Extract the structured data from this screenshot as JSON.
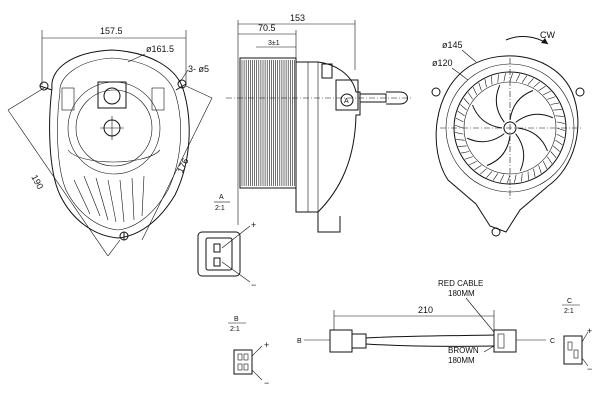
{
  "dims": {
    "width_left": "157.5",
    "dia_161": "ø161.5",
    "holes": "3- ø5",
    "len_190": "190",
    "len_176": "176",
    "overall_153": "153",
    "depth_70": "70.5",
    "offset_3": "3±1",
    "dia_145": "ø145",
    "dia_120": "ø120",
    "rotation": "CW",
    "cable_210": "210"
  },
  "views": {
    "a_title": "A",
    "a_scale": "2:1",
    "b_title": "B",
    "b_scale": "2:1",
    "c_title": "C",
    "c_scale": "2:1"
  },
  "connectors": {
    "plus": "+",
    "minus": "−",
    "end_b": "B",
    "end_c": "C",
    "detail_a_label": "A"
  },
  "cables": {
    "red_line1": "RED CABLE",
    "red_line2": "180MM",
    "brown_line1": "BROWN",
    "brown_line2": "180MM"
  }
}
